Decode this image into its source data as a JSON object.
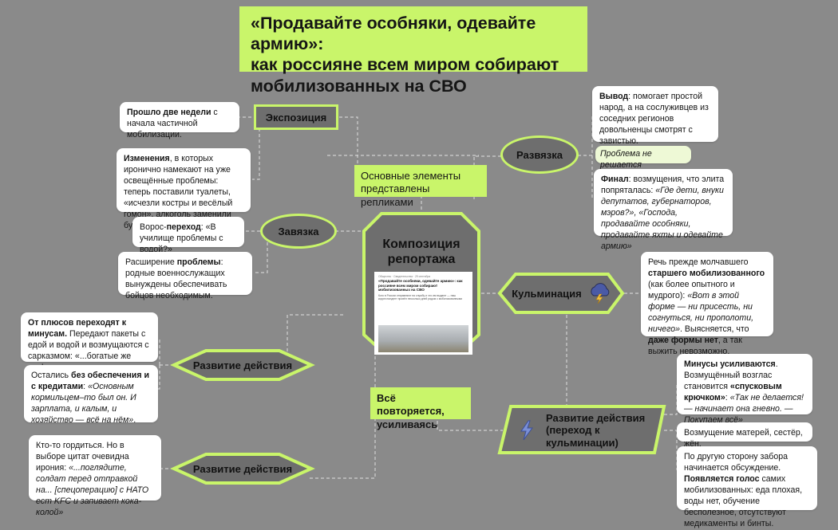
{
  "title": {
    "line1": "«Продавайте особняки, одевайте армию»:",
    "line2": "как россияне всем миром собирают",
    "line3": "мобилизованных на СВО"
  },
  "center": {
    "label_line1": "Композиция",
    "label_line2": "репортажа",
    "thumb_meta": "Общество · Свидетельства · 29 сентября",
    "thumb_headline": "«Продавайте особняки, одевайте армию»: как россияне всем миром собирают мобилизованных на СВО",
    "thumb_lead": "Кого в России отправляют на службу и что им выдают — наш корреспондент провёл несколько дней рядом с мобилизованными"
  },
  "tags": {
    "replicas": "Основные элементы представлены репликами",
    "repeats": "Всё повторяется, усиливаясь"
  },
  "nodes": {
    "exposition": "Экспозиция",
    "setup": "Завязка",
    "development1": "Развитие действия",
    "development2": "Развитие действия",
    "climax": "Кульминация",
    "denouement": "Развязка",
    "development3_l1": "Развитие действия",
    "development3_l2": "(переход к",
    "development3_l3": "кульминации)"
  },
  "notes": {
    "n1": {
      "b": "Прошло две недели",
      "t": " с начала частичной мобилизации."
    },
    "n2": {
      "b": "Изменения",
      "t": ", в которых иронично намекают на уже освещённые проблемы: теперь поставили туалеты, «исчезли костры и весёлый гомон», алкоголь заменили бутылки с водой."
    },
    "n3": {
      "t1": "Ворос-",
      "b": "переход",
      "t2": ": «В училище проблемы с водой?»"
    },
    "n4": {
      "t1": "Расширение ",
      "b": "проблемы",
      "t2": ": родные военнослужащих вынуждены обеспечивать бойцов необходимым."
    },
    "n5": {
      "b1": "От плюсов переходят к минусам.",
      "t": " Передают пакеты с едой и водой и возмущаются с сарказмом: «...богатые же все!»"
    },
    "n6": {
      "t1": "Остались ",
      "b": "без обеспечения и с кредитами",
      "t2": ": ",
      "i": "«Основным кормильцем–то был он. И зарплата, и калым, и хозяйство — всё на нём»",
      "t3": "."
    },
    "n7": {
      "t": "Кто-то гордиться. Но в выборе цитат очевидна ирония: ",
      "i": "«...поглядите, солдат перед отправкой на... [спецоперацию] с НАТО ест KFC и запивает кока-колой»",
      "t2": ""
    },
    "n8": {
      "b": "Вывод",
      "t": ": помогает простой народ, а на сослуживцев из соседних регионов довольненцы смотрят с завистью."
    },
    "n9": {
      "i": "Проблема не решается"
    },
    "n10": {
      "b": "Финал",
      "t": ": возмущения, что элита попряталась: ",
      "i": "«Где дети, внуки депутатов, губернаторов, мэров?», «Господа, продавайте особняки, продавайте яхты и одевайте армию»",
      "t2": ""
    },
    "n11": {
      "t1": "Речь прежде молчавшего ",
      "b1": "старшего мобилизованного",
      "t2": " (как более опытного и мудрого): ",
      "i": "«Вот в этой форме — ни присесть, ни согнуться, ни прополоти, ничего»",
      "t3": ". Выясняется, что ",
      "b2": "даже формы нет",
      "t4": ", а так выжить невозможно."
    },
    "n12": {
      "b1": "Минусы усиливаются",
      "t1": ". Возмущённый возглас становится ",
      "b2": "«спусковым крючком»",
      "t2": ": ",
      "i": "«Так не делается! — начинает она гневно. — Покупаем всё»",
      "t3": ""
    },
    "n13": {
      "t": "Возмущение матерей, сестёр, жён."
    },
    "n14": {
      "t1": "По другую сторону забора начинается обсуждение. ",
      "b": "Появляется голос",
      "t2": " самих мобилизованных: еда плохая, воды нет, обучение бесполезное, отсутствуют медикаменты и бинты."
    }
  },
  "colors": {
    "background": "#8a8a8a",
    "accent": "#c9f56a",
    "node_fill": "#6e6e6e",
    "note": "#ffffff"
  },
  "icons": [
    "storm-cloud-icon",
    "lightning-icon"
  ]
}
